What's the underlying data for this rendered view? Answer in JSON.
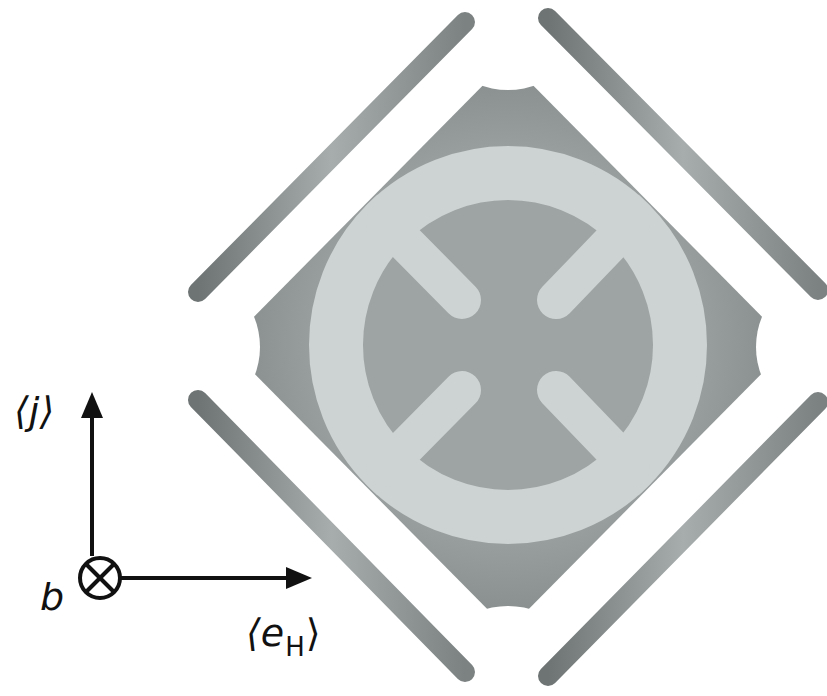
{
  "diagram": {
    "labels": [
      "⟨j⟩",
      "b",
      "⟨e",
      "H",
      "⟩"
    ]
  }
}
